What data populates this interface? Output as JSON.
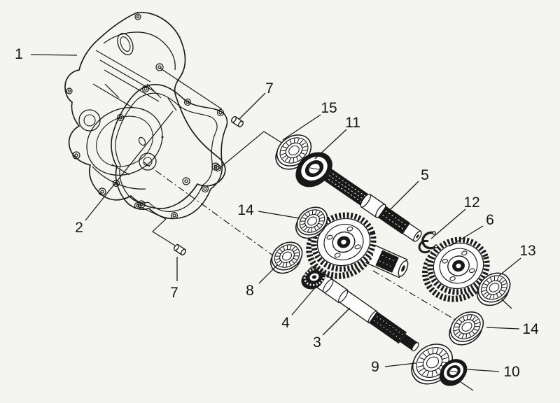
{
  "meta": {
    "kind": "exploded-parts-diagram"
  },
  "colors": {
    "background": "#f4f4f1",
    "line": "#1c1c1c",
    "dark_fill": "#181818",
    "paper": "#ffffff"
  },
  "callouts": {
    "n1": "1",
    "n2": "2",
    "n3": "3",
    "n4": "4",
    "n5": "5",
    "n6": "6",
    "n7a": "7",
    "n7b": "7",
    "n8": "8",
    "n9": "9",
    "n10": "10",
    "n11": "11",
    "n12": "12",
    "n13": "13",
    "n14a": "14",
    "n14b": "14",
    "n15": "15"
  }
}
